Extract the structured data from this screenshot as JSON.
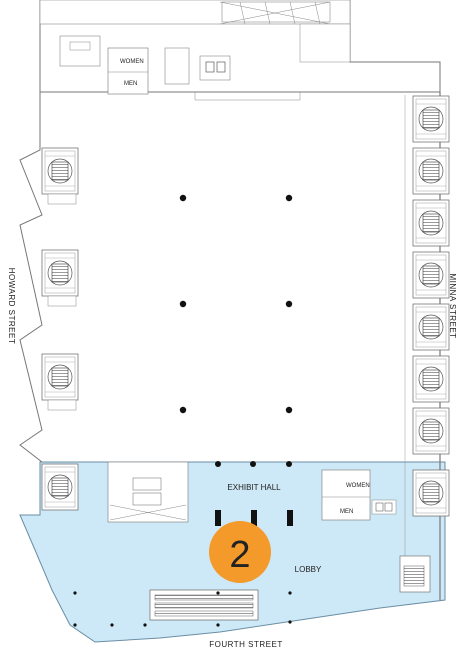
{
  "streets": {
    "left": "HOWARD STREET",
    "right": "MINNA STREET",
    "bottom": "FOURTH STREET"
  },
  "areas": {
    "exhibit_hall": "EXHIBIT HALL",
    "lobby": "LOBBY"
  },
  "restrooms": {
    "top_women": "WOMEN",
    "top_men": "MEN",
    "right_women": "WOMEN",
    "right_men": "MEN"
  },
  "marker": {
    "number": "2",
    "color": "#f39a2b"
  },
  "colors": {
    "lobby_fill": "#cde8f6",
    "walls": "#777777"
  }
}
